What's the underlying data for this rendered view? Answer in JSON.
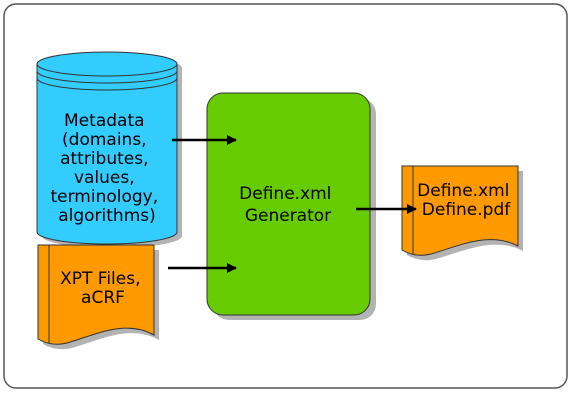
{
  "diagram": {
    "metadata_store": {
      "lines": [
        "Metadata",
        "(domains,",
        "attributes,",
        "values,",
        "terminology,",
        "algorithms)"
      ]
    },
    "xpt_doc": {
      "lines": [
        "XPT Files,",
        "aCRF"
      ]
    },
    "generator": {
      "lines": [
        "Define.xml",
        "Generator"
      ]
    },
    "output_doc": {
      "lines": [
        "Define.xml",
        "Define.pdf"
      ]
    },
    "colors": {
      "cylinder": "#33ccff",
      "document": "#ff9900",
      "generator": "#66cc00",
      "shadow": "#b3b3b3",
      "border": "#333333"
    }
  }
}
